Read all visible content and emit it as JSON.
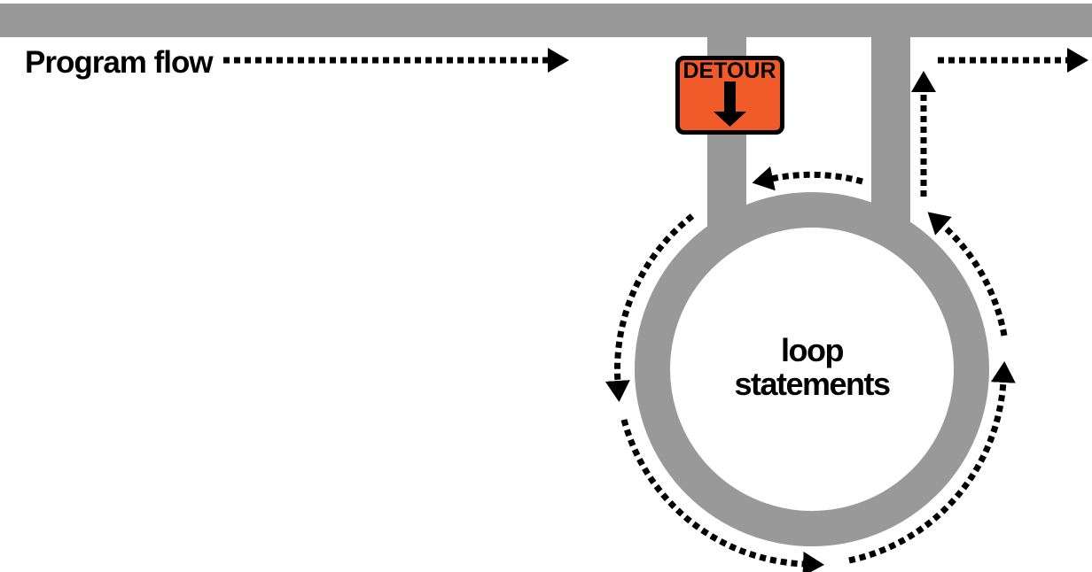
{
  "diagram": {
    "program_flow_label": "Program flow",
    "detour_sign": {
      "text": "DETOUR",
      "icon": "down-arrow-icon"
    },
    "roundabout": {
      "label_line1": "loop",
      "label_line2": "statements",
      "direction": "counterclockwise"
    },
    "flow_arrow_icons": [
      "program-flow-right-arrow",
      "loop-left-down-arrow",
      "loop-bottom-right-arrow",
      "loop-right-up-arrow",
      "loop-upper-right-exit-arrow",
      "loop-top-repeat-left-arrow",
      "return-up-arrow",
      "exit-right-arrow"
    ],
    "colors": {
      "road": "#999999",
      "sign": "#F15A29",
      "ink": "#000000",
      "background": "#FFFFFF"
    }
  }
}
